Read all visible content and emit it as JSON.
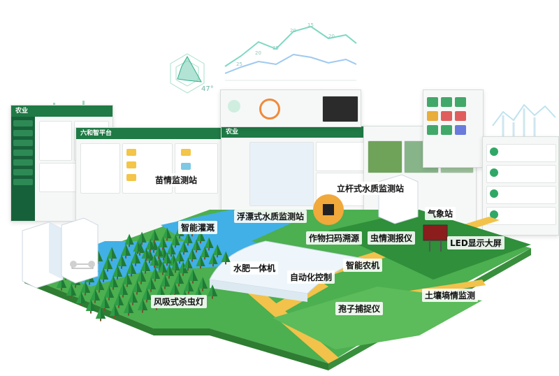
{
  "colors": {
    "brand_green": "#1f7a45",
    "grass": "#4caf50",
    "field_dark": "#2f8f3a",
    "water": "#41b0e6",
    "path": "#f2c24a",
    "accent_teal": "#22b8a0"
  },
  "panels": {
    "left_brand": "农业",
    "center_left_brand": "六和智平台",
    "center_brand": "农业",
    "radar_value": "47°"
  },
  "chart_ticks": [
    "25",
    "20",
    "25",
    "20",
    "15",
    "20"
  ],
  "labels": {
    "seedling_station": "苗情监测站",
    "smart_irrigation": "智能灌溉",
    "floating_water_station": "浮漂式水质监测站",
    "pole_water_station": "立杆式水质监测站",
    "weather_station": "气象站",
    "crop_trace": "作物扫码溯源",
    "pest_monitor": "虫情测报仪",
    "led_screen": "LED显示大屏",
    "fertigation": "水肥一体机",
    "smart_machine": "智能农机",
    "auto_control": "自动化控制",
    "wind_trap": "风吸式杀虫灯",
    "spore_trap": "孢子捕捉仪",
    "soil_moisture": "土壤墒情监测"
  }
}
